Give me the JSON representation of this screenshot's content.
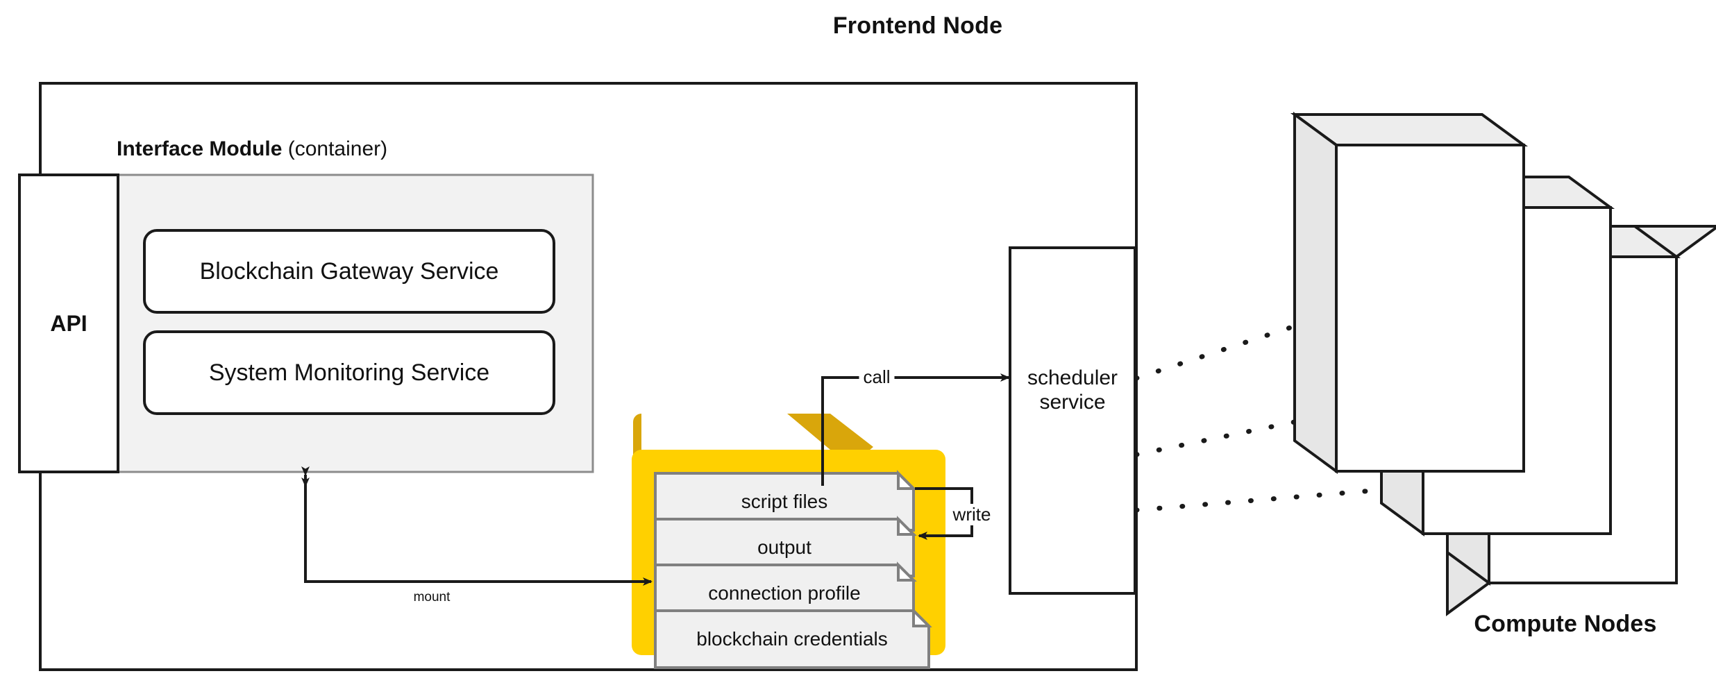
{
  "diagram": {
    "title_frontend": "Frontend Node",
    "title_compute": "Compute Nodes",
    "frontend_node": {
      "api_box": {
        "label": "API"
      },
      "interface_module": {
        "title_bold": "Interface Module",
        "title_rest": " (container)",
        "services": [
          {
            "label": "Blockchain Gateway Service"
          },
          {
            "label": "System Monitoring Service"
          }
        ]
      },
      "shared_folder": {
        "files": [
          {
            "label": "script files"
          },
          {
            "label": "output"
          },
          {
            "label": "connection profile"
          },
          {
            "label": "blockchain credentials"
          }
        ]
      },
      "scheduler": {
        "line1": "scheduler",
        "line2": "service"
      }
    },
    "compute_nodes": {
      "count": 3,
      "nodes": [
        {
          "label": ""
        },
        {
          "label": ""
        },
        {
          "label": ""
        }
      ]
    },
    "edges": [
      {
        "name": "call",
        "label": "call",
        "from": "script files",
        "to": "scheduler service"
      },
      {
        "name": "write",
        "label": "write",
        "from": "scheduler service",
        "to": "output"
      },
      {
        "name": "mount",
        "label": "mount",
        "from": "interface module",
        "to": "shared folder"
      }
    ],
    "colors": {
      "folder_body": "#FFD000",
      "folder_tab": "#D9A60B",
      "module_fill": "#F2F2F2",
      "file_fill": "#F0F0F0",
      "file_stroke": "#808080",
      "node_face": "#FFFFFF",
      "node_shade": "#E6E6E6",
      "stroke": "#1A1A1A"
    }
  }
}
